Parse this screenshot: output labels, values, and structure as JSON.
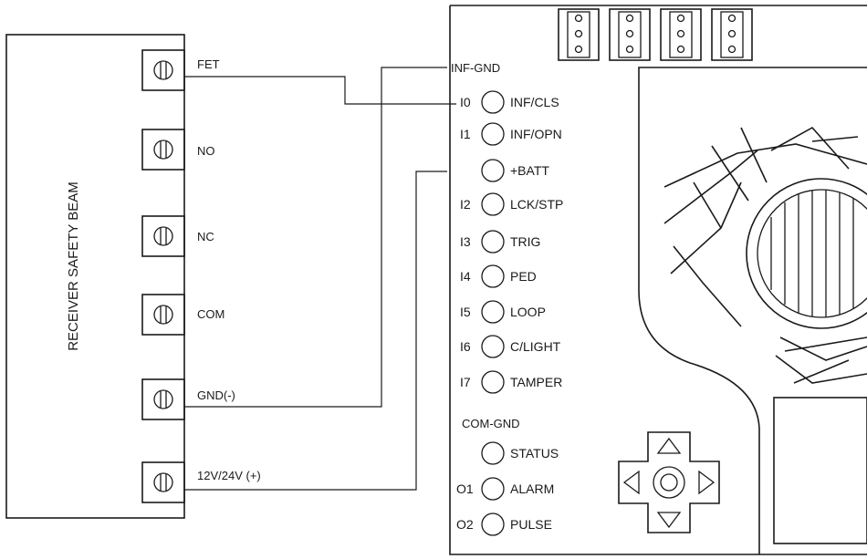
{
  "receiver": {
    "title": "RECEIVER SAFETY BEAM",
    "terminals": [
      "FET",
      "NO",
      "NC",
      "COM",
      "GND(-)",
      "12V/24V (+)"
    ]
  },
  "controller": {
    "input_group_label": "INF-GND",
    "output_group_label": "COM-GND",
    "inputs": [
      {
        "id": "I0",
        "label": "INF/CLS"
      },
      {
        "id": "I1",
        "label": "INF/OPN"
      },
      {
        "id": "",
        "label": "+BATT"
      },
      {
        "id": "I2",
        "label": "LCK/STP"
      },
      {
        "id": "I3",
        "label": "TRIG"
      },
      {
        "id": "I4",
        "label": "PED"
      },
      {
        "id": "I5",
        "label": "LOOP"
      },
      {
        "id": "I6",
        "label": "C/LIGHT"
      },
      {
        "id": "I7",
        "label": "TAMPER"
      }
    ],
    "outputs": [
      {
        "id": "",
        "label": "STATUS"
      },
      {
        "id": "O1",
        "label": "ALARM"
      },
      {
        "id": "O2",
        "label": "PULSE"
      }
    ]
  }
}
